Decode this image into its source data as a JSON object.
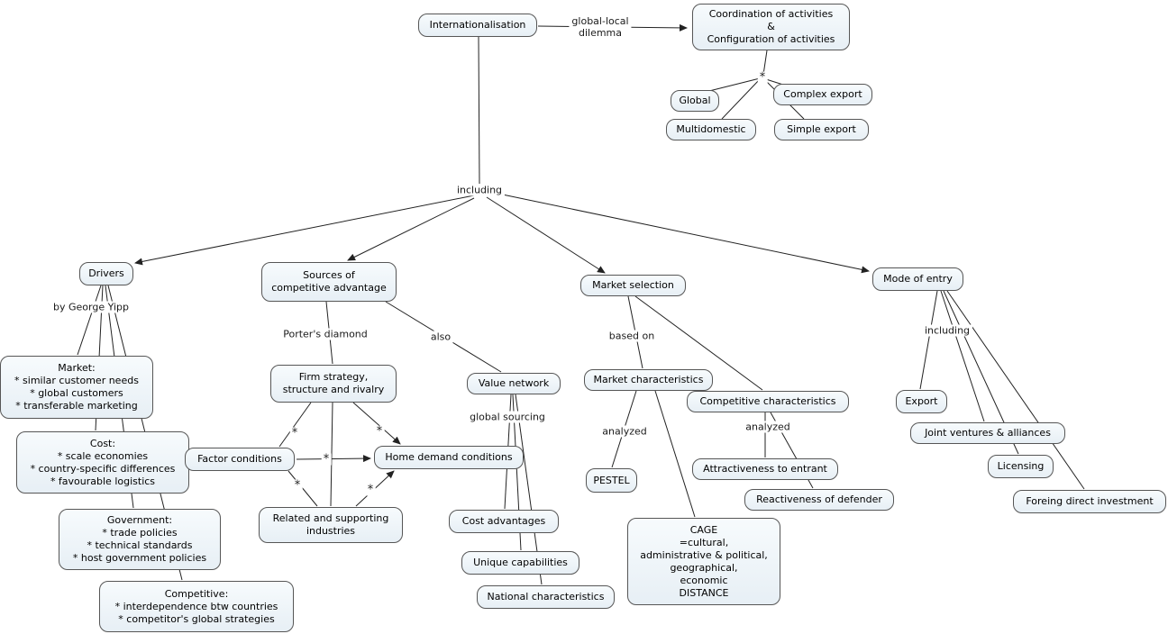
{
  "meta": {
    "colors": {
      "node_bg_top": "#f7fbfd",
      "node_bg_bottom": "#e7eff5",
      "node_border": "#565656",
      "line": "#222222",
      "background": "#ffffff",
      "text": "#000000"
    }
  },
  "nodes": {
    "internationalisation": "Internationalisation",
    "coordination": "Coordination of activities\n&\nConfiguration of activities",
    "global": "Global",
    "complex_export": "Complex export",
    "multidomestic": "Multidomestic",
    "simple_export": "Simple export",
    "drivers": "Drivers",
    "sources": "Sources of\ncompetitive advantage",
    "market_selection": "Market selection",
    "mode_of_entry": "Mode of entry",
    "market_drivers": "Market:\n* similar customer needs\n* global customers\n* transferable marketing",
    "cost_drivers": "Cost:\n* scale economies\n* country-specific differences\n* favourable logistics",
    "government_drivers": "Government:\n* trade policies\n* technical standards\n* host government policies",
    "competitive_drivers": "Competitive:\n* interdependence btw countries\n* competitor's global strategies",
    "firm_strategy": "Firm strategy,\nstructure and rivalry",
    "factor_conditions": "Factor conditions",
    "home_demand": "Home demand conditions",
    "related_supporting": "Related and supporting\nindustries",
    "value_network": "Value network",
    "cost_advantages": "Cost advantages",
    "unique_capabilities": "Unique capabilities",
    "national_characteristics": "National characteristics",
    "market_characteristics": "Market characteristics",
    "competitive_characteristics": "Competitive characteristics",
    "pestel": "PESTEL",
    "attractiveness": "Attractiveness to entrant",
    "reactiveness": "Reactiveness of defender",
    "cage": "CAGE\n=cultural,\nadministrative & political,\ngeographical,\neconomic\nDISTANCE",
    "export": "Export",
    "joint_ventures": "Joint ventures & alliances",
    "licensing": "Licensing",
    "fdi": "Foreing direct investment"
  },
  "labels": {
    "global_local": "global-local\ndilemma",
    "including_main": "including",
    "by_george_yipp": "by George Yipp",
    "porters_diamond": "Porter's diamond",
    "also": "also",
    "global_sourcing": "global sourcing",
    "based_on": "based on",
    "analyzed_market": "analyzed",
    "analyzed_competitive": "analyzed",
    "including_mode": "including",
    "star": "*"
  },
  "edges": [
    {
      "from": "internationalisation",
      "to": "coordination",
      "label": "global-local dilemma",
      "arrow": true
    },
    {
      "from": "coordination",
      "to": "global",
      "label": "*"
    },
    {
      "from": "coordination",
      "to": "complex_export",
      "label": "*"
    },
    {
      "from": "coordination",
      "to": "multidomestic",
      "label": "*"
    },
    {
      "from": "coordination",
      "to": "simple_export",
      "label": "*"
    },
    {
      "from": "internationalisation",
      "to": "drivers",
      "label": "including",
      "arrow": true
    },
    {
      "from": "internationalisation",
      "to": "sources",
      "label": "including",
      "arrow": true
    },
    {
      "from": "internationalisation",
      "to": "market_selection",
      "label": "including",
      "arrow": true
    },
    {
      "from": "internationalisation",
      "to": "mode_of_entry",
      "label": "including",
      "arrow": true
    },
    {
      "from": "drivers",
      "to": "market_drivers",
      "label": "by George Yipp"
    },
    {
      "from": "drivers",
      "to": "cost_drivers",
      "label": "by George Yipp"
    },
    {
      "from": "drivers",
      "to": "government_drivers",
      "label": "by George Yipp"
    },
    {
      "from": "drivers",
      "to": "competitive_drivers",
      "label": "by George Yipp"
    },
    {
      "from": "sources",
      "to": "firm_strategy",
      "label": "Porter's diamond"
    },
    {
      "from": "sources",
      "to": "value_network",
      "label": "also"
    },
    {
      "from": "firm_strategy",
      "to": "factor_conditions",
      "label": "*"
    },
    {
      "from": "firm_strategy",
      "to": "home_demand",
      "label": "*",
      "arrow": true
    },
    {
      "from": "factor_conditions",
      "to": "home_demand",
      "label": "*",
      "arrow": true
    },
    {
      "from": "factor_conditions",
      "to": "related_supporting",
      "label": "*"
    },
    {
      "from": "related_supporting",
      "to": "home_demand",
      "label": "*",
      "arrow": true
    },
    {
      "from": "firm_strategy",
      "to": "related_supporting"
    },
    {
      "from": "value_network",
      "to": "cost_advantages",
      "label": "global sourcing"
    },
    {
      "from": "value_network",
      "to": "unique_capabilities",
      "label": "global sourcing"
    },
    {
      "from": "value_network",
      "to": "national_characteristics",
      "label": "global sourcing"
    },
    {
      "from": "market_selection",
      "to": "market_characteristics",
      "label": "based on"
    },
    {
      "from": "market_selection",
      "to": "competitive_characteristics",
      "label": "based on"
    },
    {
      "from": "market_characteristics",
      "to": "pestel",
      "label": "analyzed"
    },
    {
      "from": "market_characteristics",
      "to": "cage"
    },
    {
      "from": "competitive_characteristics",
      "to": "attractiveness",
      "label": "analyzed"
    },
    {
      "from": "competitive_characteristics",
      "to": "reactiveness",
      "label": "analyzed"
    },
    {
      "from": "mode_of_entry",
      "to": "export",
      "label": "including"
    },
    {
      "from": "mode_of_entry",
      "to": "joint_ventures",
      "label": "including"
    },
    {
      "from": "mode_of_entry",
      "to": "licensing",
      "label": "including"
    },
    {
      "from": "mode_of_entry",
      "to": "fdi",
      "label": "including"
    }
  ]
}
